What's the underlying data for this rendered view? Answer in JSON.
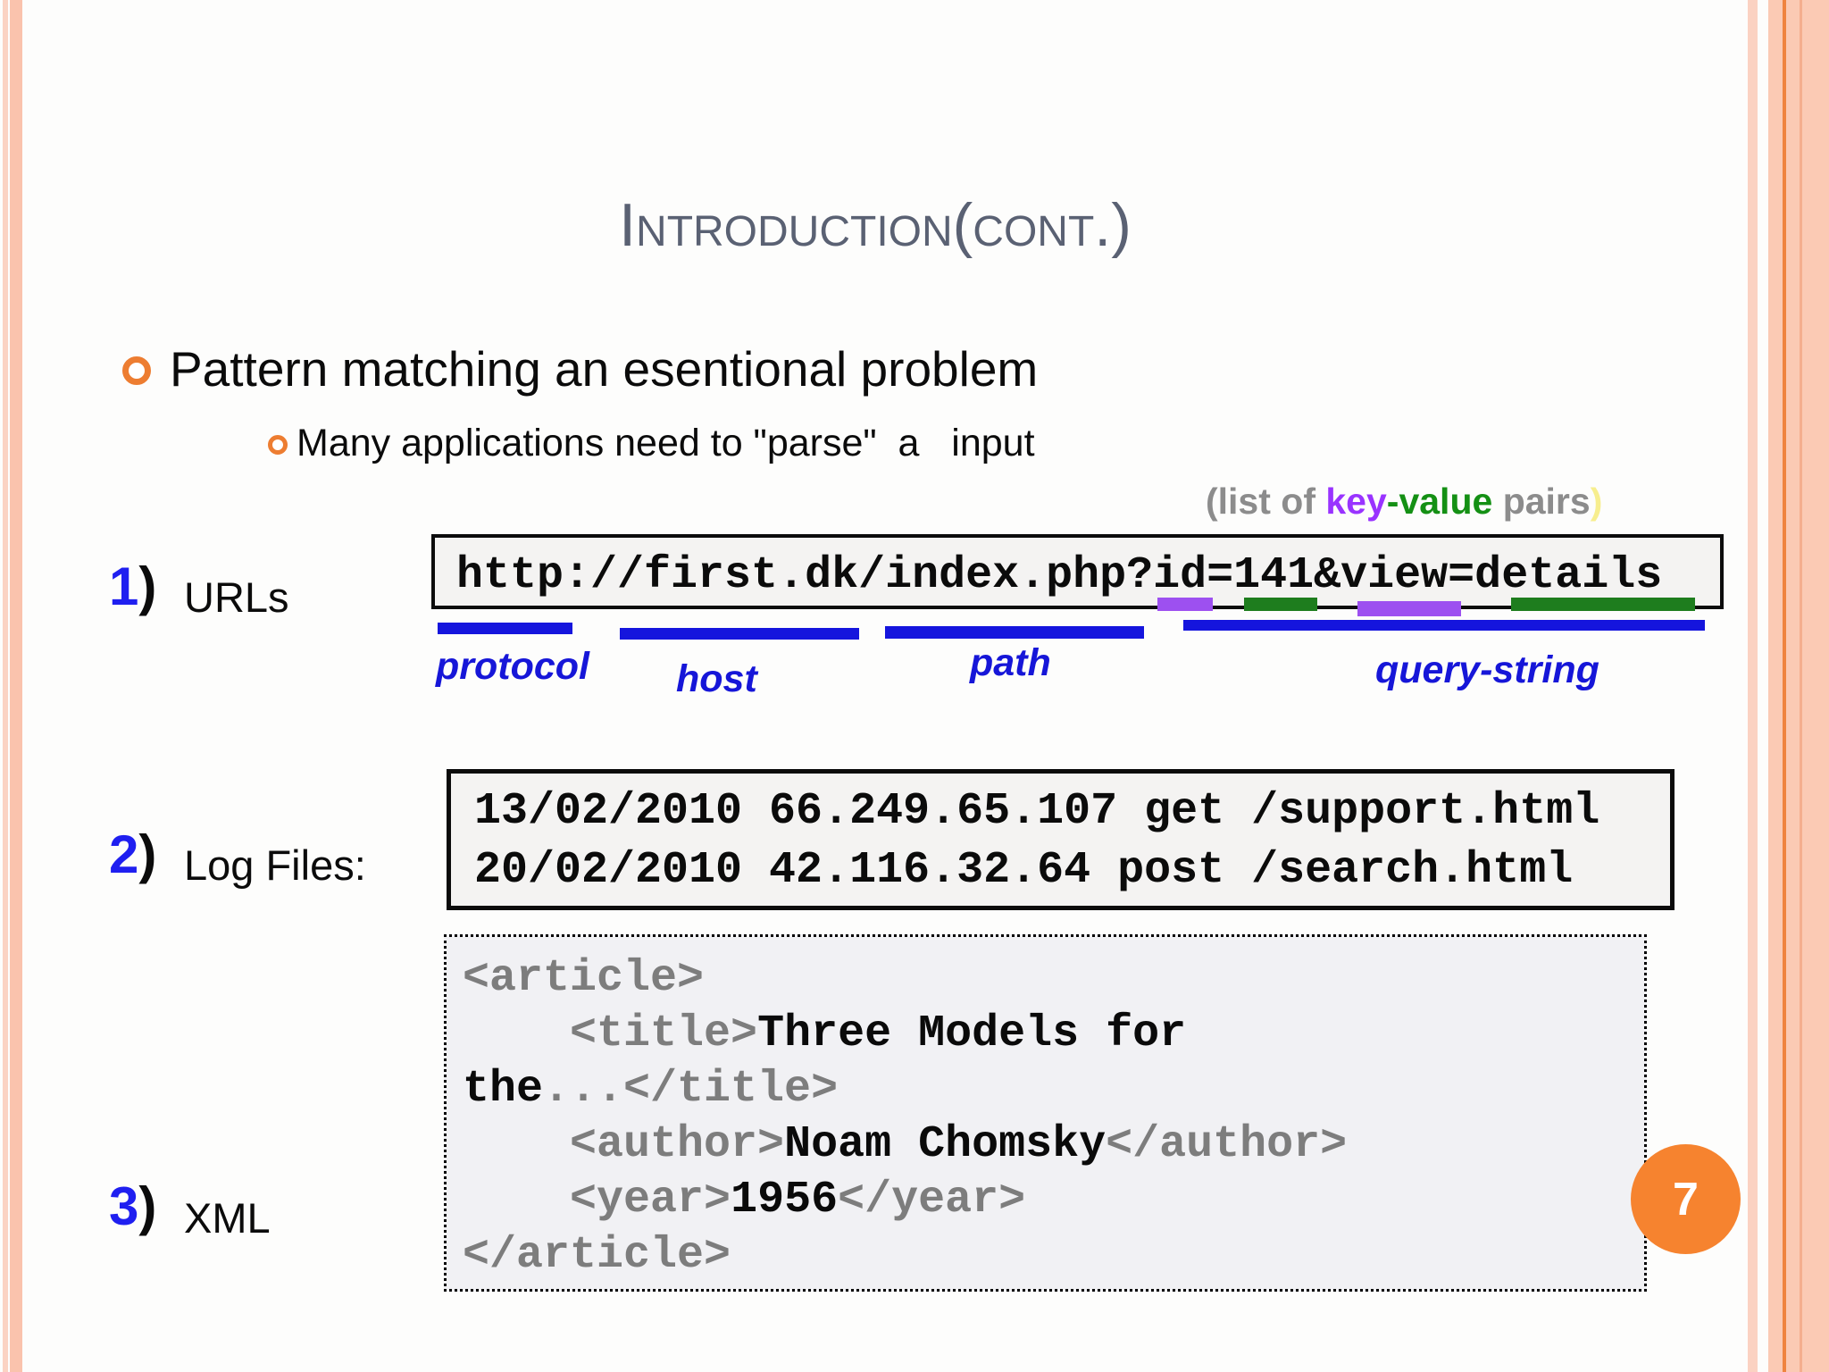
{
  "slide": {
    "title": "Introduction(cont.)",
    "page_number": "7"
  },
  "bullets": {
    "main": "Pattern matching an esentional problem",
    "sub": "Many applications need to \"parse\"  a   input"
  },
  "annotation": {
    "prefix": "(list of ",
    "key": "key",
    "value": "-value",
    "suffix": " pairs",
    "paren": ")"
  },
  "items": {
    "urls": {
      "number": "1",
      "paren": ")",
      "label": "URLs",
      "url": "http://first.dk/index.php?id=141&view=details",
      "segments": {
        "protocol": "protocol",
        "host": "host",
        "path": "path",
        "query": "query-string"
      }
    },
    "logs": {
      "number": "2",
      "paren": ")",
      "label": "Log Files:",
      "lines": [
        "13/02/2010 66.249.65.107 get /support.html",
        "20/02/2010 42.116.32.64 post /search.html"
      ]
    },
    "xml": {
      "number": "3",
      "paren": ")",
      "label": "XML",
      "code": {
        "l1_tag": "<article>",
        "l2_tag": "    <title>",
        "l2_text": "Three Models for",
        "l3_text": "the",
        "l3_tag": "...</title>",
        "l4_tag_open": "    <author>",
        "l4_text": "Noam Chomsky",
        "l4_tag_close": "</author>",
        "l5_tag_open": "    <year>",
        "l5_text": "1956",
        "l5_tag_close": "</year>",
        "l6_tag": "</article>"
      }
    }
  },
  "colors": {
    "title_gray": "#5a6173",
    "bullet_orange": "#ed7d31",
    "number_blue": "#1f1ff0",
    "bar_blue": "#1515dd",
    "key_purple": "#9933ff",
    "value_green": "#149014",
    "annotation_gray": "#8c8c8c",
    "paren_yellow": "#f7ee8e",
    "tag_gray": "#7d7d7d",
    "highlight_purple": "#9d50f0",
    "highlight_green": "#1e7d1e",
    "page_badge_orange": "#f6832f",
    "border_peach": "#fac3ad"
  }
}
